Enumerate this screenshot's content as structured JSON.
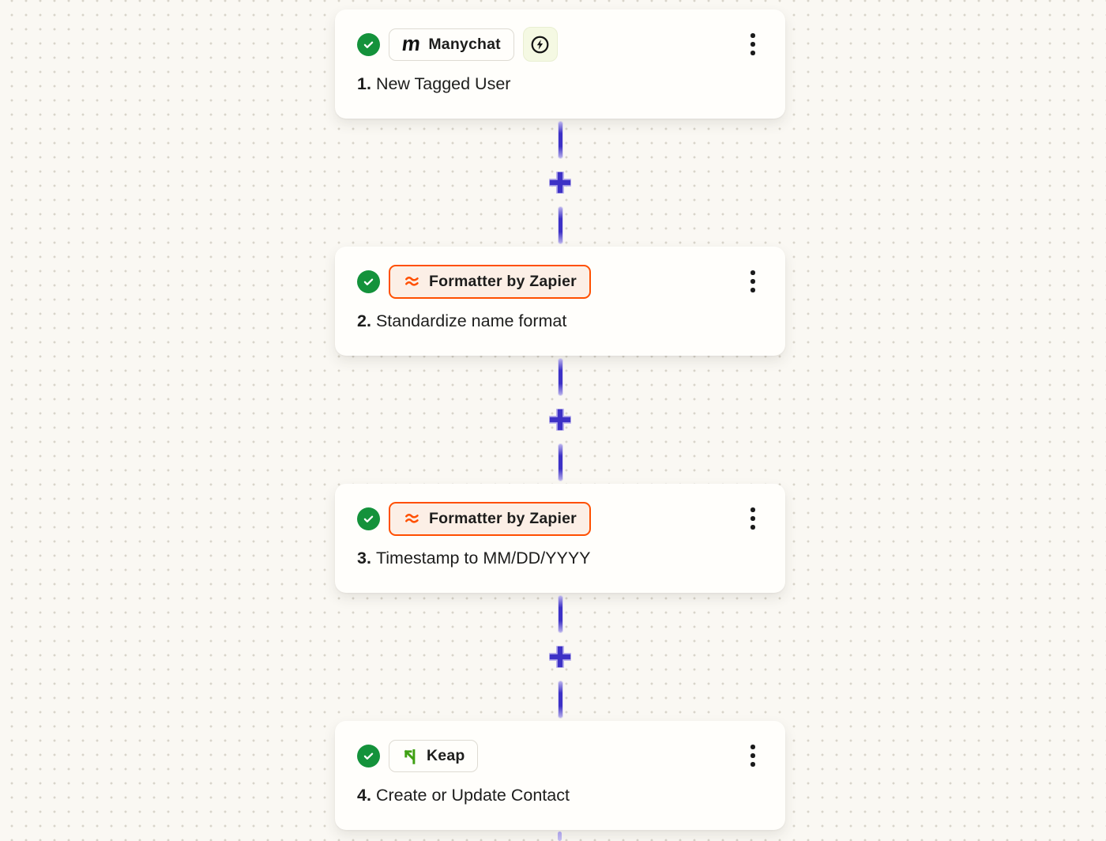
{
  "workflow": {
    "steps": [
      {
        "index": "1.",
        "title": "New Tagged User",
        "app": "Manychat",
        "status": "success",
        "icons": {
          "status": "check-circle-icon",
          "app": "manychat-m-icon",
          "trigger": "lightning-bolt-icon",
          "menu": "kebab-menu-icon"
        }
      },
      {
        "index": "2.",
        "title": "Standardize name format",
        "app": "Formatter by Zapier",
        "status": "success",
        "icons": {
          "status": "check-circle-icon",
          "app": "formatter-waves-icon",
          "menu": "kebab-menu-icon"
        }
      },
      {
        "index": "3.",
        "title": "Timestamp to MM/DD/YYYY",
        "app": "Formatter by Zapier",
        "status": "success",
        "icons": {
          "status": "check-circle-icon",
          "app": "formatter-waves-icon",
          "menu": "kebab-menu-icon"
        }
      },
      {
        "index": "4.",
        "title": "Create or Update Contact",
        "app": "Keap",
        "status": "success",
        "icons": {
          "status": "check-circle-icon",
          "app": "keap-arrow-k-icon",
          "menu": "kebab-menu-icon"
        }
      }
    ]
  },
  "colors": {
    "canvas_bg": "#FAF8F3",
    "dot_color": "#D8D4CA",
    "card_bg": "#FFFEFB",
    "success_green": "#14923B",
    "zapier_orange": "#FF4F00",
    "formatter_badge_bg": "#FCEFE6",
    "connector_indigo": "#3D31C6",
    "connector_indigo_light": "#B9B1EC",
    "trigger_chip_bg": "#F5F9E3",
    "keap_green": "#3FA013",
    "text_primary": "#1D1D1C",
    "badge_border": "#DEDBD3"
  }
}
